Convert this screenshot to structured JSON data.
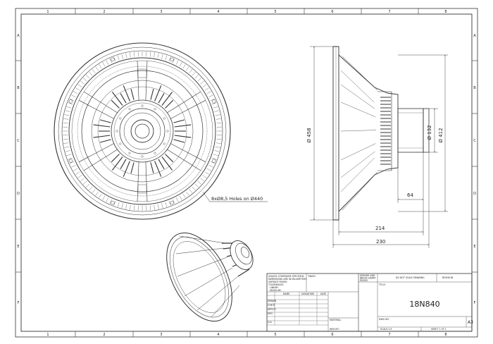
{
  "border": {
    "columns": [
      "1",
      "2",
      "3",
      "4",
      "5",
      "6",
      "7",
      "8"
    ],
    "rows": [
      "A",
      "B",
      "C",
      "D",
      "E",
      "F"
    ]
  },
  "front_view": {
    "holes_note": "8xØ8,5 Holes on Ø440"
  },
  "side_view": {
    "dim_458": "Ø 458",
    "dim_132": "Ø 132",
    "dim_412": "Ø 412",
    "dim_64": "64",
    "dim_214": "214",
    "dim_230": "230"
  },
  "title_block": {
    "tolerance_note": [
      "UNLESS OTHERWISE SPECIFIED:",
      "DIMENSIONS ARE IN MILLIMETERS",
      "SURFACE FINISH:",
      "TOLERANCES:",
      "LINEAR:",
      "ANGULAR:"
    ],
    "finish_label": "FINISH:",
    "deburr_note": [
      "DEBURR AND",
      "BREAK SHARP",
      "EDGES"
    ],
    "dont_scale": "DO NOT SCALE DRAWING",
    "revision_label": "REVISION",
    "col_name": "NAME",
    "col_signature": "SIGNATURE",
    "col_date": "DATE",
    "rows": [
      "DRAWN",
      "CHK'D",
      "APPV'D",
      "MFG",
      "Q.A"
    ],
    "title_label": "TITLE:",
    "title_value": "18N840",
    "material_label": "MATERIAL:",
    "weight_label": "WEIGHT:",
    "dwg_no_label": "DWG NO.",
    "size_value": "A3",
    "scale_label": "SCALE:1:5",
    "sheet_label": "SHEET 1 OF 1"
  }
}
